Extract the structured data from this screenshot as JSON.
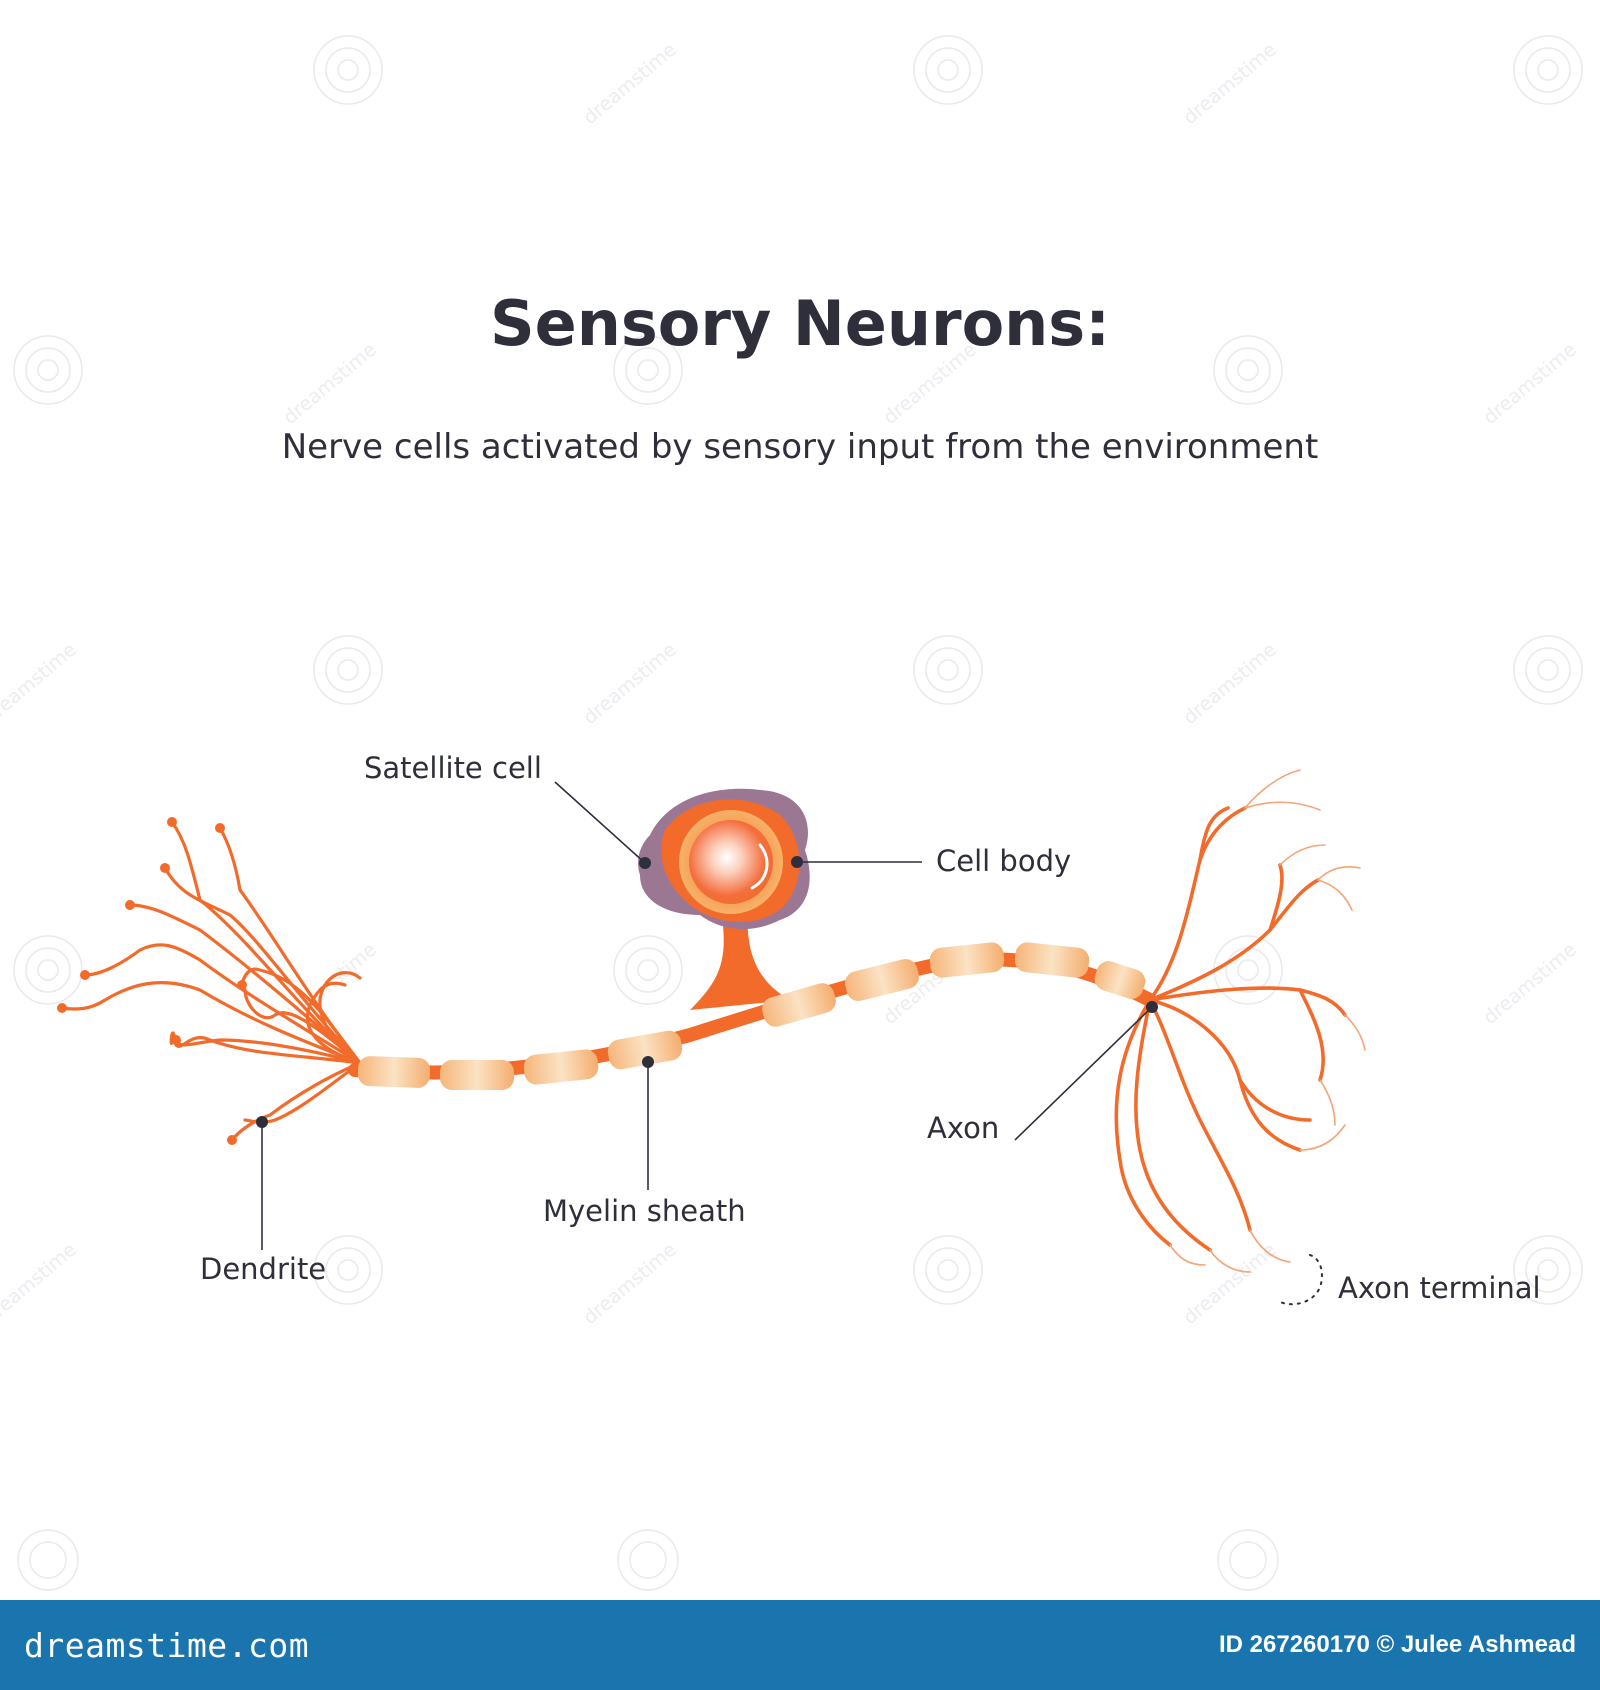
{
  "title": "Sensory Neurons:",
  "subtitle": "Nerve cells activated by sensory input from the environment",
  "labels": {
    "satellite_cell": "Satellite cell",
    "cell_body": "Cell body",
    "dendrite": "Dendrite",
    "myelin_sheath": "Myelin sheath",
    "axon": "Axon",
    "axon_terminal": "Axon terminal"
  },
  "watermark": "dreamstime",
  "footer": {
    "brand": "dreamstime.com",
    "credit": "ID 267260170 © Julee Ashmead"
  },
  "colors": {
    "neuron": "#f26b2a",
    "myelin": "#f8c48c",
    "satellite": "#9b7794",
    "text": "#2e2f3b",
    "footer_bg": "#1a74ad"
  }
}
